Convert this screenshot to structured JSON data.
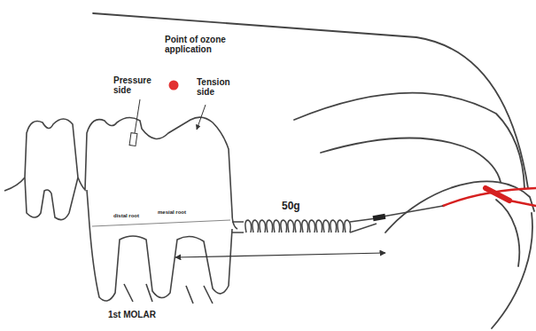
{
  "diagram": {
    "labels": [
      "Point of ozone application",
      "Pressure side",
      "Tension side",
      "50g",
      "1st MOLAR",
      "distal root",
      "mesial root"
    ]
  }
}
